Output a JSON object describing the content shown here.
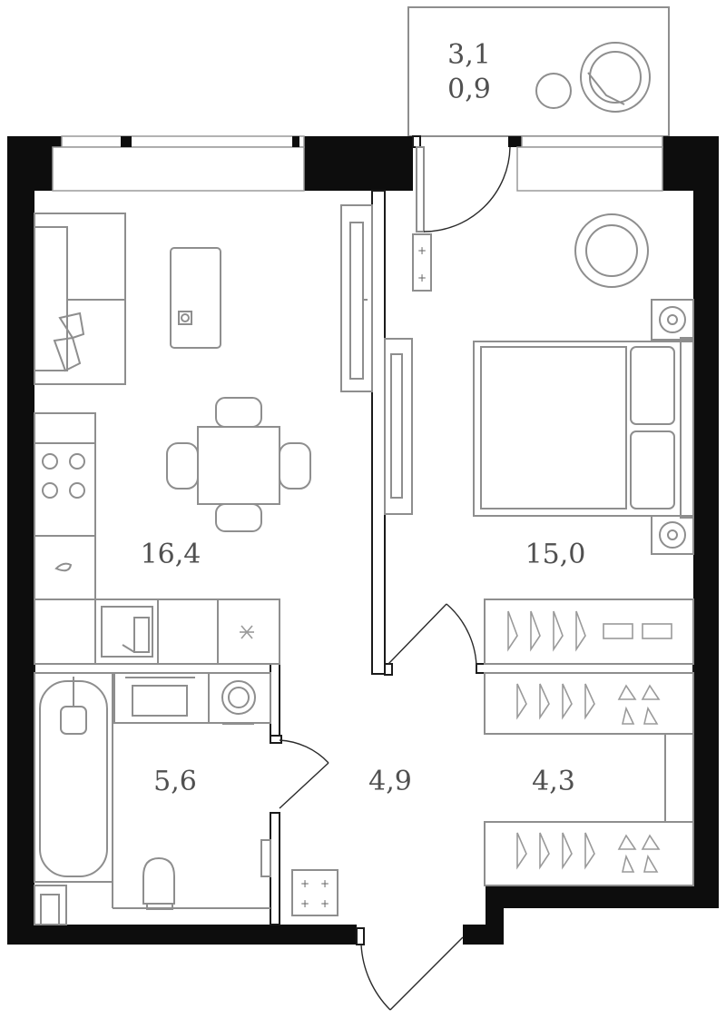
{
  "rooms": {
    "living_kitchen": {
      "area": "16,4"
    },
    "bedroom": {
      "area": "15,0"
    },
    "bathroom": {
      "area": "5,6"
    },
    "hallway": {
      "area": "4,9"
    },
    "wardrobe": {
      "area": "4,3"
    },
    "balcony": {
      "area": "3,1",
      "coefficient_area": "0,9"
    }
  },
  "colors": {
    "wall": "#0d0d0d",
    "furniture_line": "#8e8e8e",
    "label": "#505050"
  },
  "icons": [
    "armchair-icon",
    "sofa-icon",
    "dining-table-icon",
    "stove-icon",
    "sink-icon",
    "double-bed-icon",
    "clothes-hanger-icon",
    "shoes-icon",
    "bathtub-icon",
    "toilet-icon",
    "washing-machine-icon",
    "electrical-panel-icon",
    "door-icon"
  ]
}
